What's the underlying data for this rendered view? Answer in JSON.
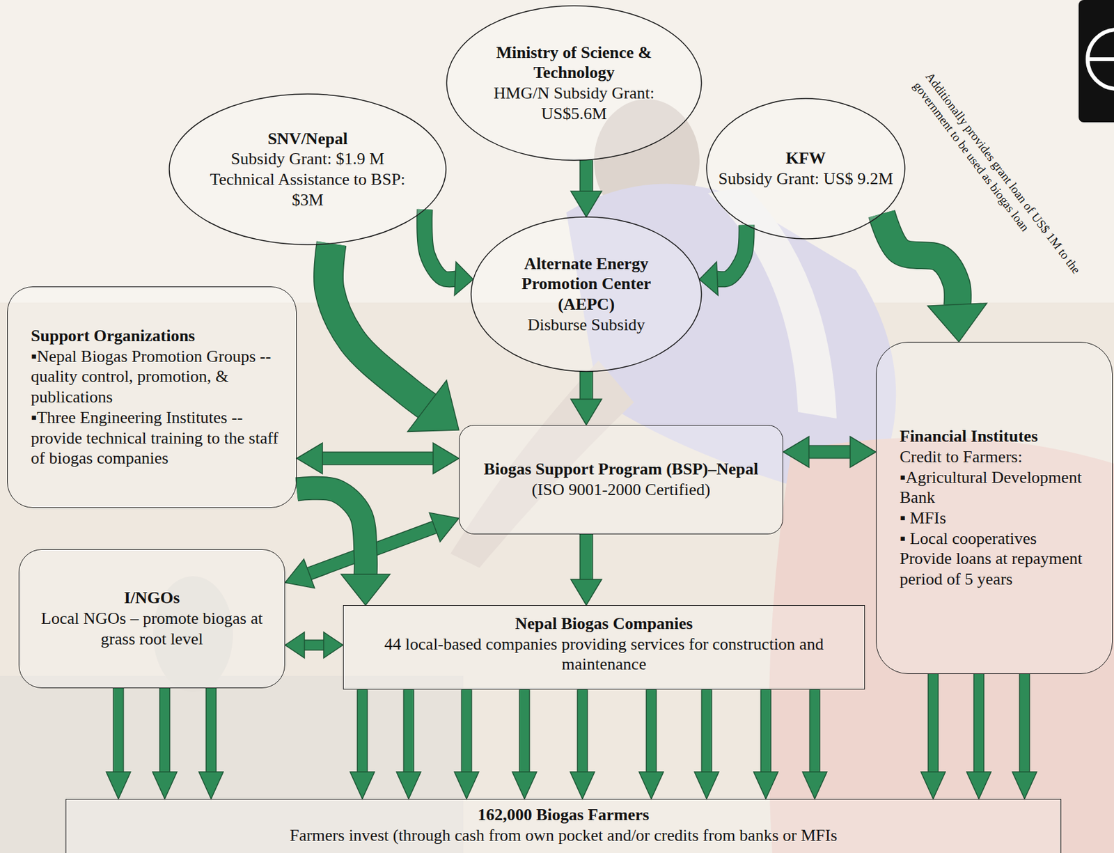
{
  "diagram": {
    "nodes": [
      {
        "text": [
          "Ministry of Science & Technology",
          "HMG/N Subsidy Grant: US$5.6M"
        ]
      },
      {
        "text": [
          "SNV/Nepal",
          "Subsidy Grant: $1.9 M",
          "Technical Assistance to BSP: $3M"
        ]
      },
      {
        "text": [
          "KFW",
          "Subsidy Grant: US$ 9.2M"
        ]
      },
      {
        "text": [
          "Alternate Energy Promotion Center (AEPC)",
          "Disburse Subsidy"
        ]
      },
      {
        "text": [
          "Support Organizations",
          "▪Nepal Biogas Promotion Groups -- quality control, promotion, & publications",
          "▪Three Engineering Institutes -- provide technical training to the staff of biogas companies"
        ]
      },
      {
        "text": [
          "Biogas Support Program (BSP)–Nepal",
          "(ISO 9001-2000 Certified)"
        ]
      },
      {
        "text": [
          "Financial Institutes",
          "Credit to Farmers:",
          "▪Agricultural Development Bank",
          "▪ MFIs",
          "▪ Local cooperatives",
          "Provide loans at repayment period of 5 years"
        ]
      },
      {
        "text": [
          "I/NGOs",
          "Local NGOs – promote biogas at grass root level"
        ]
      },
      {
        "text": [
          "Nepal Biogas Companies",
          "44 local-based companies providing services for construction and maintenance"
        ]
      },
      {
        "text": [
          "162,000 Biogas Farmers",
          "Farmers invest (through cash from own pocket and/or credits from banks or MFIs"
        ]
      }
    ],
    "edges": [
      {
        "from": 0,
        "to": 3,
        "arrow": "to"
      },
      {
        "from": 1,
        "to": 3,
        "arrow": "to"
      },
      {
        "from": 2,
        "to": 3,
        "arrow": "to"
      },
      {
        "from": 1,
        "to": 5,
        "arrow": "to"
      },
      {
        "from": 2,
        "to": 6,
        "arrow": "to"
      },
      {
        "from": 3,
        "to": 5,
        "arrow": "to"
      },
      {
        "from": 4,
        "to": 5,
        "arrow": "both"
      },
      {
        "from": 5,
        "to": 6,
        "arrow": "both"
      },
      {
        "from": 5,
        "to": 7,
        "arrow": "both"
      },
      {
        "from": 4,
        "to": 8,
        "arrow": "to"
      },
      {
        "from": 5,
        "to": 8,
        "arrow": "to"
      },
      {
        "from": 7,
        "to": 8,
        "arrow": "both"
      },
      {
        "from": 7,
        "to": 9,
        "arrow": "to"
      },
      {
        "from": 7,
        "to": 9,
        "arrow": "to"
      },
      {
        "from": 7,
        "to": 9,
        "arrow": "to"
      },
      {
        "from": 8,
        "to": 9,
        "arrow": "to"
      },
      {
        "from": 8,
        "to": 9,
        "arrow": "to"
      },
      {
        "from": 8,
        "to": 9,
        "arrow": "to"
      },
      {
        "from": 8,
        "to": 9,
        "arrow": "to"
      },
      {
        "from": 8,
        "to": 9,
        "arrow": "to"
      },
      {
        "from": 8,
        "to": 9,
        "arrow": "to"
      },
      {
        "from": 8,
        "to": 9,
        "arrow": "to"
      },
      {
        "from": 8,
        "to": 9,
        "arrow": "to"
      },
      {
        "from": 8,
        "to": 9,
        "arrow": "to"
      },
      {
        "from": 6,
        "to": 9,
        "arrow": "to"
      },
      {
        "from": 6,
        "to": 9,
        "arrow": "to"
      },
      {
        "from": 6,
        "to": 9,
        "arrow": "to"
      }
    ],
    "labels": [
      "Additionally provides grant loan of US$ 1M to the government to be used as biogas loan"
    ]
  }
}
